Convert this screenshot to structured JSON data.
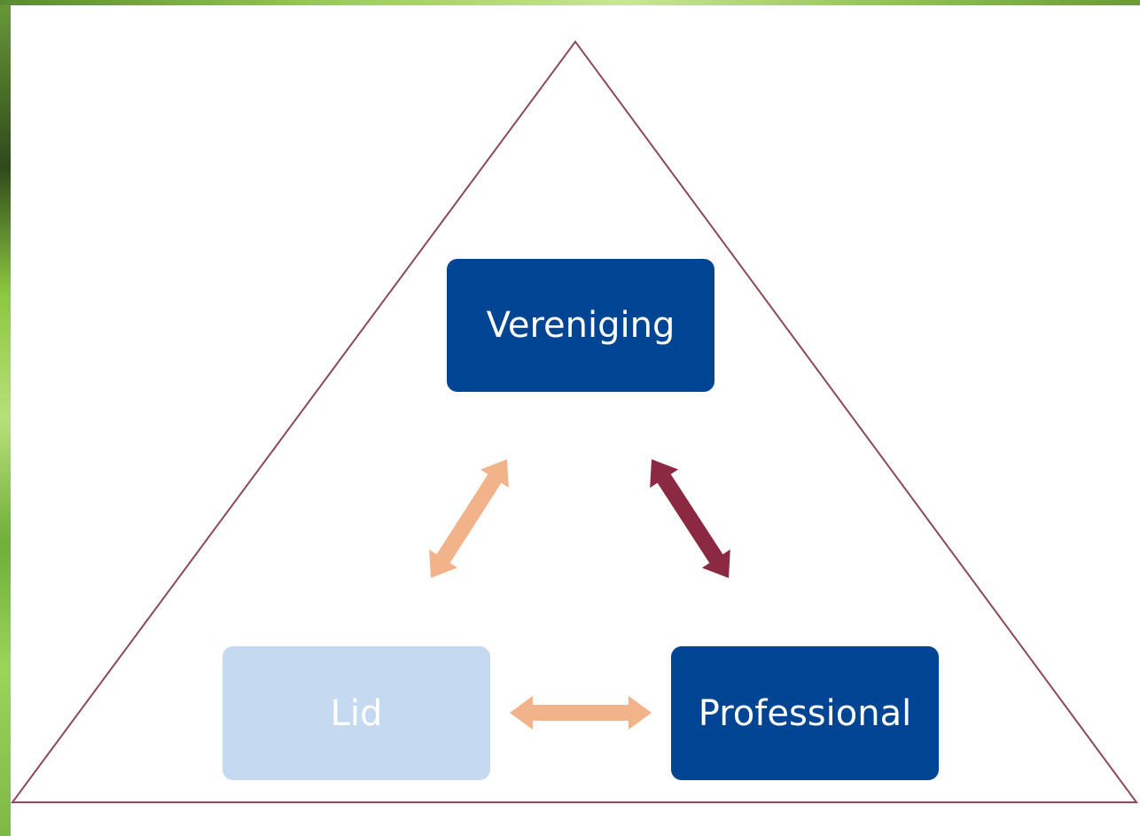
{
  "diagram": {
    "nodes": [
      {
        "id": "vereniging",
        "label": "Vereniging",
        "fill": "#004593",
        "text_color": "#ffffff"
      },
      {
        "id": "lid",
        "label": "Lid",
        "fill": "#c5daf0",
        "text_color": "#ffffff"
      },
      {
        "id": "professional",
        "label": "Professional",
        "fill": "#004593",
        "text_color": "#ffffff"
      }
    ],
    "edges": [
      {
        "from": "lid",
        "to": "vereniging",
        "direction": "both",
        "color": "#f2b38a"
      },
      {
        "from": "vereniging",
        "to": "professional",
        "direction": "both",
        "color": "#8b2942"
      },
      {
        "from": "lid",
        "to": "professional",
        "direction": "both",
        "color": "#f2b38a"
      }
    ],
    "frame": {
      "shape": "triangle",
      "stroke": "#8b4a5a"
    }
  }
}
